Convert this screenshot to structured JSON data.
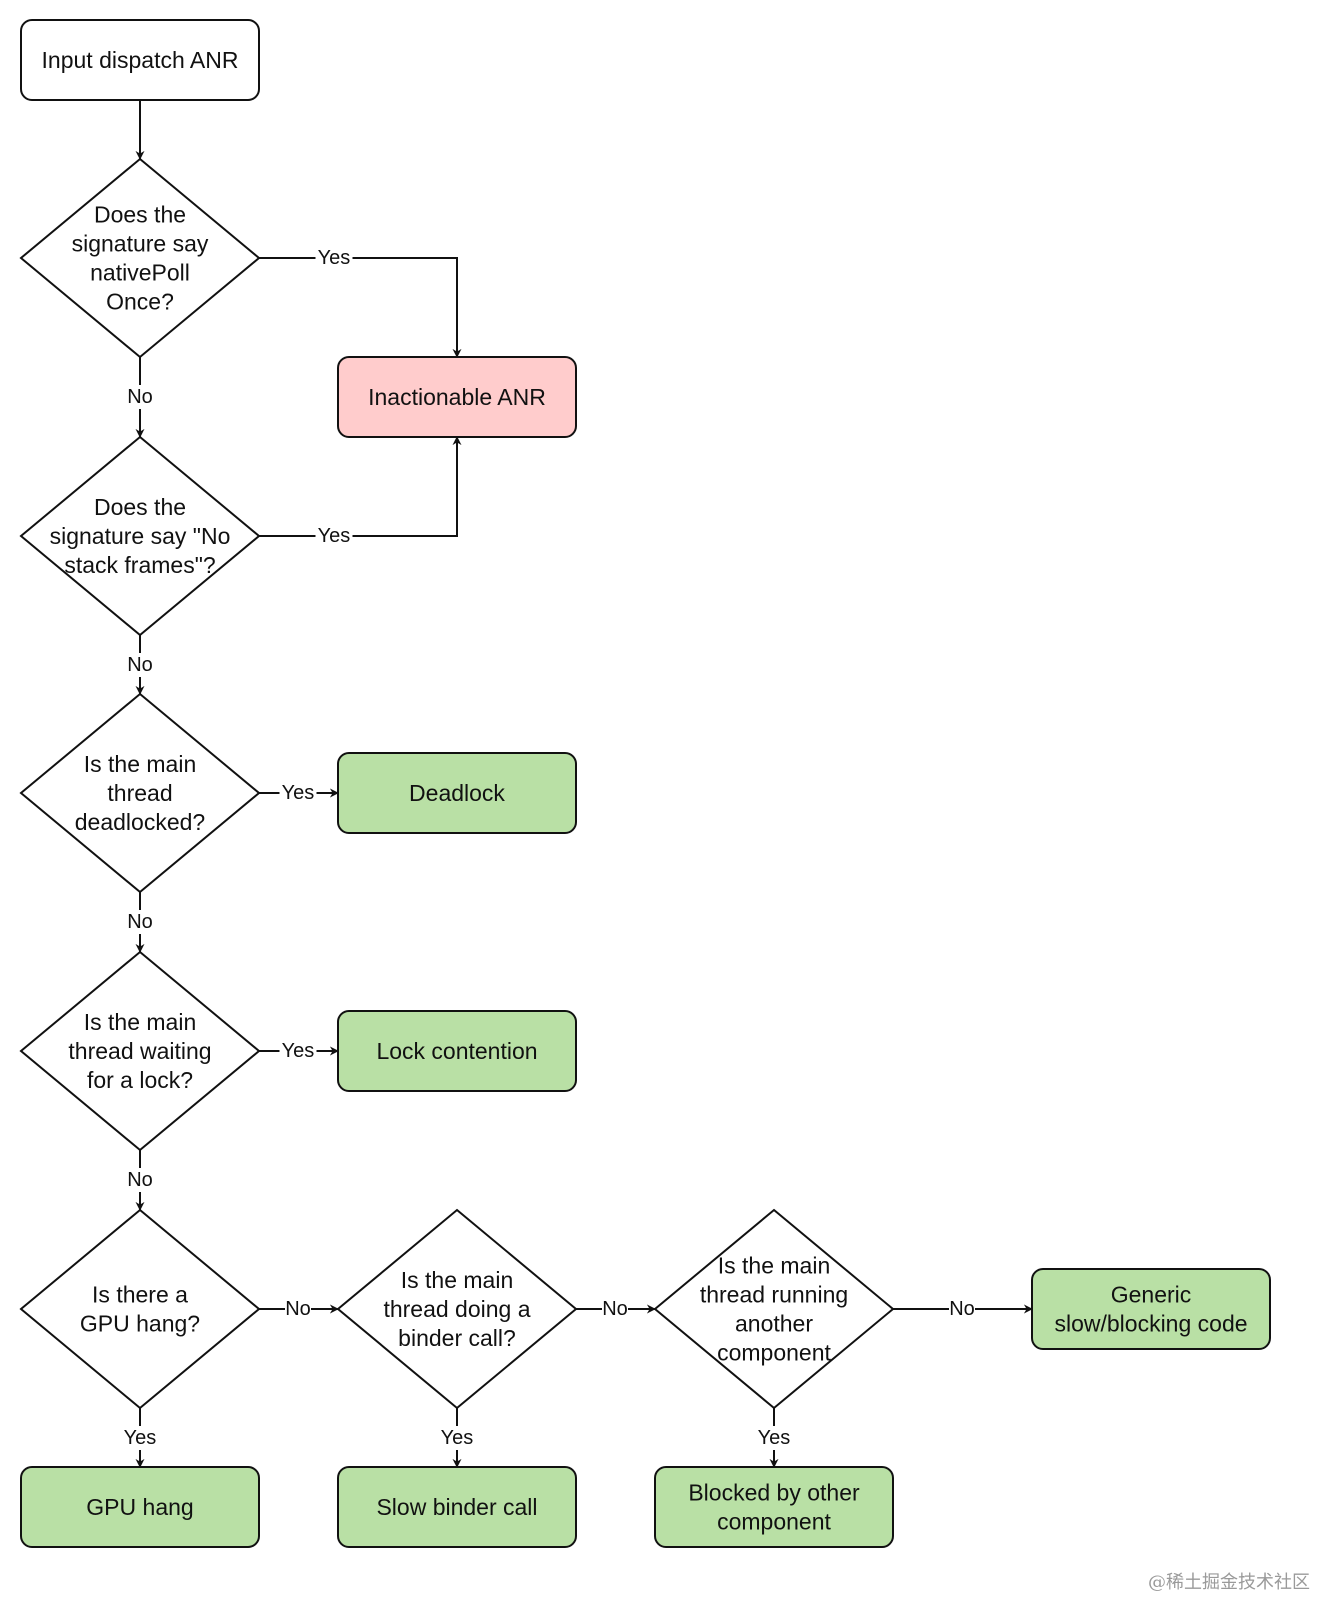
{
  "diagram": {
    "type": "flowchart",
    "colors": {
      "start_fill": "#ffffff",
      "decision_fill": "#ffffff",
      "negative_outcome_fill": "#ffcccc",
      "outcome_fill": "#b9e0a5",
      "stroke": "#111111"
    },
    "nodes": {
      "start": {
        "lines": [
          "Input dispatch ANR"
        ]
      },
      "q_native_poll": {
        "lines": [
          "Does the",
          "signature say",
          "nativePoll",
          "Once?"
        ]
      },
      "q_no_stack": {
        "lines": [
          "Does the",
          "signature say \"No",
          "stack frames\"?"
        ]
      },
      "q_deadlocked": {
        "lines": [
          "Is the main",
          "thread",
          "deadlocked?"
        ]
      },
      "q_lock_wait": {
        "lines": [
          "Is the main",
          "thread waiting",
          "for a lock?"
        ]
      },
      "q_gpu": {
        "lines": [
          "Is there a",
          "GPU hang?"
        ]
      },
      "q_binder": {
        "lines": [
          "Is the main",
          "thread doing a",
          "binder call?"
        ]
      },
      "q_component": {
        "lines": [
          "Is the main",
          "thread running",
          "another",
          "component"
        ]
      },
      "r_inactionable": {
        "lines": [
          "Inactionable ANR"
        ]
      },
      "r_deadlock": {
        "lines": [
          "Deadlock"
        ]
      },
      "r_lock_contention": {
        "lines": [
          "Lock contention"
        ]
      },
      "r_gpu_hang": {
        "lines": [
          "GPU hang"
        ]
      },
      "r_slow_binder": {
        "lines": [
          "Slow binder call"
        ]
      },
      "r_blocked": {
        "lines": [
          "Blocked by other",
          "component"
        ]
      },
      "r_generic": {
        "lines": [
          "Generic",
          "slow/blocking code"
        ]
      }
    },
    "edges": [
      {
        "from": "start",
        "to": "q_native_poll",
        "label": ""
      },
      {
        "from": "q_native_poll",
        "to": "r_inactionable",
        "label": "Yes"
      },
      {
        "from": "q_native_poll",
        "to": "q_no_stack",
        "label": "No"
      },
      {
        "from": "q_no_stack",
        "to": "r_inactionable",
        "label": "Yes"
      },
      {
        "from": "q_no_stack",
        "to": "q_deadlocked",
        "label": "No"
      },
      {
        "from": "q_deadlocked",
        "to": "r_deadlock",
        "label": "Yes"
      },
      {
        "from": "q_deadlocked",
        "to": "q_lock_wait",
        "label": "No"
      },
      {
        "from": "q_lock_wait",
        "to": "r_lock_contention",
        "label": "Yes"
      },
      {
        "from": "q_lock_wait",
        "to": "q_gpu",
        "label": "No"
      },
      {
        "from": "q_gpu",
        "to": "q_binder",
        "label": "No"
      },
      {
        "from": "q_gpu",
        "to": "r_gpu_hang",
        "label": "Yes"
      },
      {
        "from": "q_binder",
        "to": "q_component",
        "label": "No"
      },
      {
        "from": "q_binder",
        "to": "r_slow_binder",
        "label": "Yes"
      },
      {
        "from": "q_component",
        "to": "r_generic",
        "label": "No"
      },
      {
        "from": "q_component",
        "to": "r_blocked",
        "label": "Yes"
      }
    ],
    "watermark": "@稀土掘金技术社区"
  }
}
